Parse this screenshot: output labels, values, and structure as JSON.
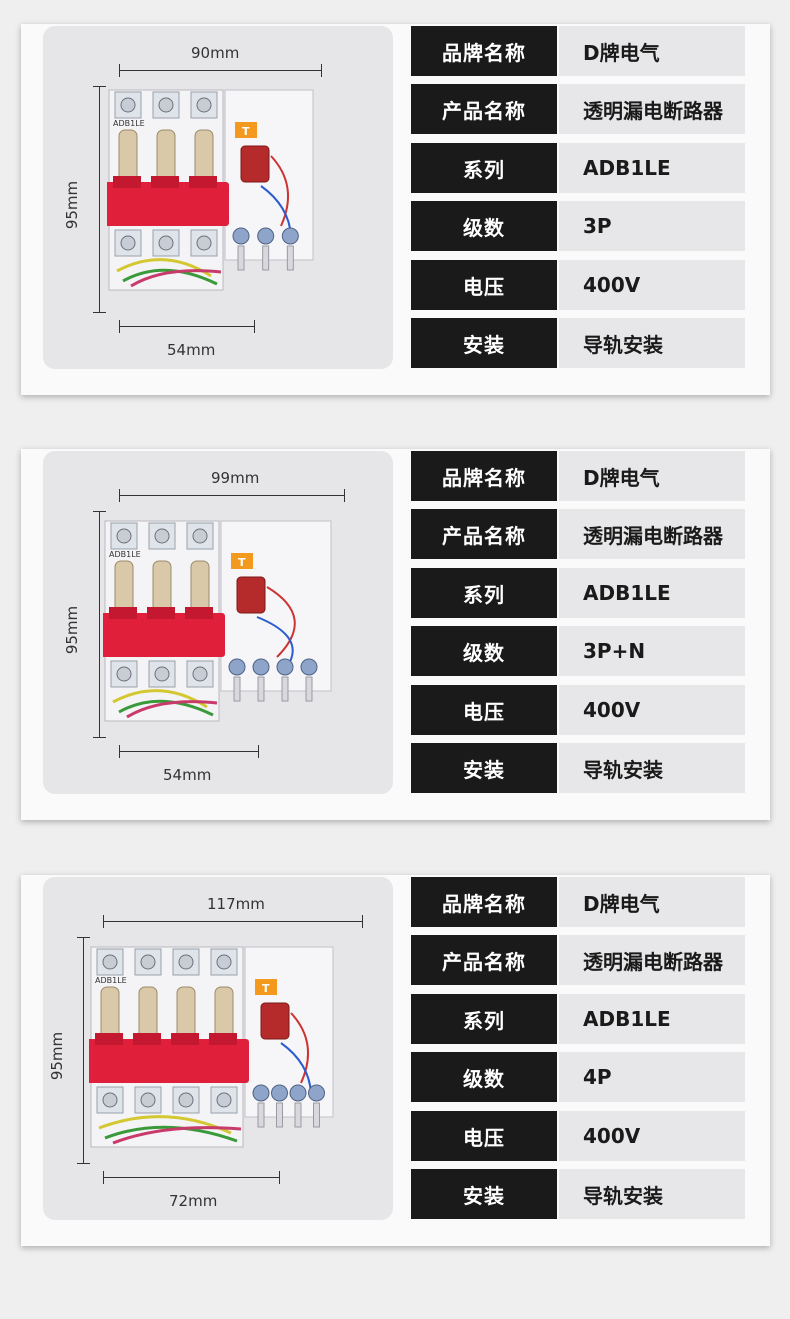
{
  "labels": [
    "品牌名称",
    "产品名称",
    "系列",
    "级数",
    "电压",
    "安装"
  ],
  "products": [
    {
      "width_label": "90mm",
      "height_label": "95mm",
      "bottom_label": "54mm",
      "poles": 3,
      "neutral": false,
      "values": [
        "D牌电气",
        "透明漏电断路器",
        "ADB1LE",
        "3P",
        "400V",
        "导轨安装"
      ]
    },
    {
      "width_label": "99mm",
      "height_label": "95mm",
      "bottom_label": "54mm",
      "poles": 3,
      "neutral": true,
      "values": [
        "D牌电气",
        "透明漏电断路器",
        "ADB1LE",
        "3P+N",
        "400V",
        "导轨安装"
      ]
    },
    {
      "width_label": "117mm",
      "height_label": "95mm",
      "bottom_label": "72mm",
      "poles": 4,
      "neutral": false,
      "values": [
        "D牌电气",
        "透明漏电断路器",
        "ADB1LE",
        "4P",
        "400V",
        "导轨安装"
      ]
    }
  ],
  "colors": {
    "handle": "#e0203a",
    "label_bg": "#1a1a1a",
    "value_bg": "#e7e7e9",
    "test_button": "#f39a1e"
  },
  "device_text": {
    "model": "ADB1LE",
    "test_key": "T"
  }
}
